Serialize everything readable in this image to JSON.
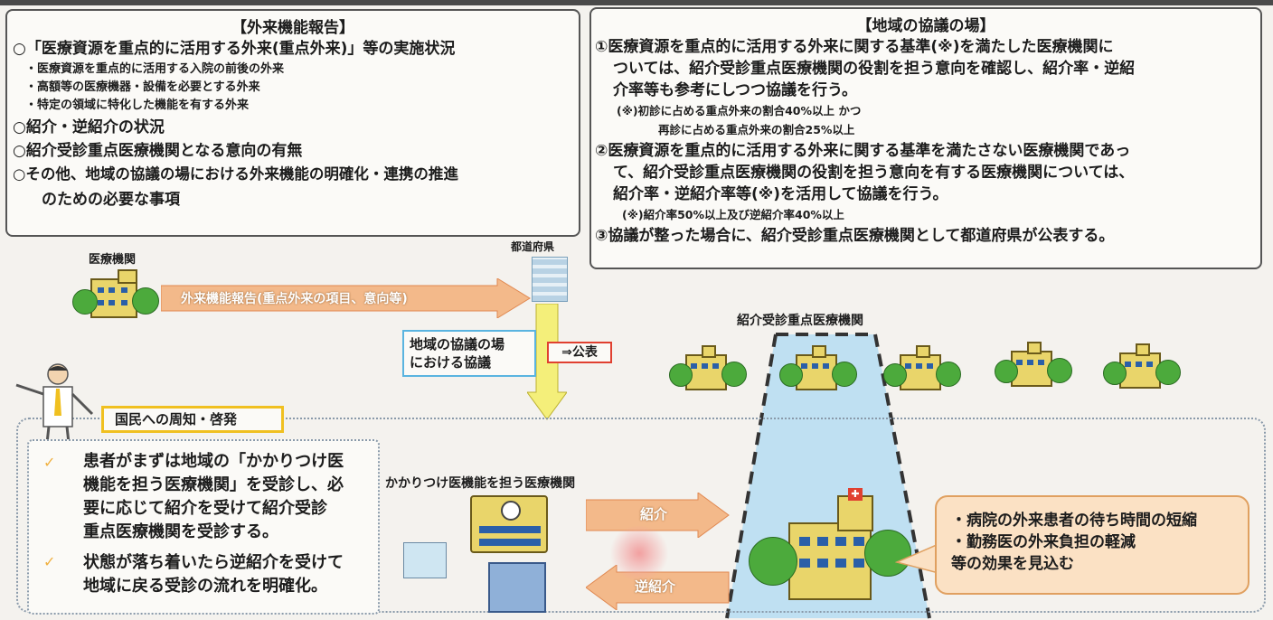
{
  "left_box": {
    "title": "【外来機能報告】",
    "lines": [
      "○「医療資源を重点的に活用する外来(重点外来)」等の実施状況",
      "・医療資源を重点的に活用する入院の前後の外来",
      "・高額等の医療機器・設備を必要とする外来",
      "・特定の領域に特化した機能を有する外来",
      "○紹介・逆紹介の状況",
      "○紹介受診重点医療機関となる意向の有無",
      "○その他、地域の協議の場における外来機能の明確化・連携の推進",
      "のための必要な事項"
    ]
  },
  "right_box": {
    "title": "【地域の協議の場】",
    "lines": [
      "①医療資源を重点的に活用する外来に関する基準(※)を満たした医療機関に",
      "ついては、紹介受診重点医療機関の役割を担う意向を確認し、紹介率・逆紹",
      "介率等も参考にしつつ協議を行う。",
      "(※)初診に占める重点外来の割合40%以上 かつ",
      "再診に占める重点外来の割合25%以上",
      "②医療資源を重点的に活用する外来に関する基準を満たさない医療機関であっ",
      "て、紹介受診重点医療機関の役割を担う意向を有する医療機関については、",
      "紹介率・逆紹介率等(※)を活用して協議を行う。",
      "(※)紹介率50%以上及び逆紹介率40%以上",
      "③協議が整った場合に、紹介受診重点医療機関として都道府県が公表する。"
    ]
  },
  "diagram": {
    "hospital_label": "医療機関",
    "prefecture_label": "都道府県",
    "report_arrow_label": "外来機能報告(重点外来の項目、意向等)",
    "council_label_1": "地域の協議の場",
    "council_label_2": "における協議",
    "publish_label": "⇒公表",
    "priority_hospitals_label": "紹介受診重点医療機関",
    "public_label": "国民への周知・啓発",
    "kakaritsuke_label": "かかりつけ医機能を担う医療機関",
    "referral_label": "紹介",
    "reverse_referral_label": "逆紹介",
    "bullet1_lines": [
      "患者がまずは地域の「かかりつけ医",
      "機能を担う医療機関」を受診し、必",
      "要に応じて紹介を受けて紹介受診",
      "重点医療機関を受診する。"
    ],
    "bullet2_lines": [
      "状態が落ち着いたら逆紹介を受けて",
      "地域に戻る受診の流れを明確化。"
    ],
    "effects_lines": [
      "・病院の外来患者の待ち時間の短縮",
      "・勤務医の外来負担の軽減",
      "等の効果を見込む"
    ]
  },
  "colors": {
    "arrow_orange": "#f3b98a",
    "arrow_yellow": "#f4ef7a",
    "council_border": "#5ab4e0",
    "publish_border": "#e04030",
    "public_border": "#f0c020",
    "effects_bg": "#fbe1c4",
    "column_bg": "#bfe0f2"
  }
}
